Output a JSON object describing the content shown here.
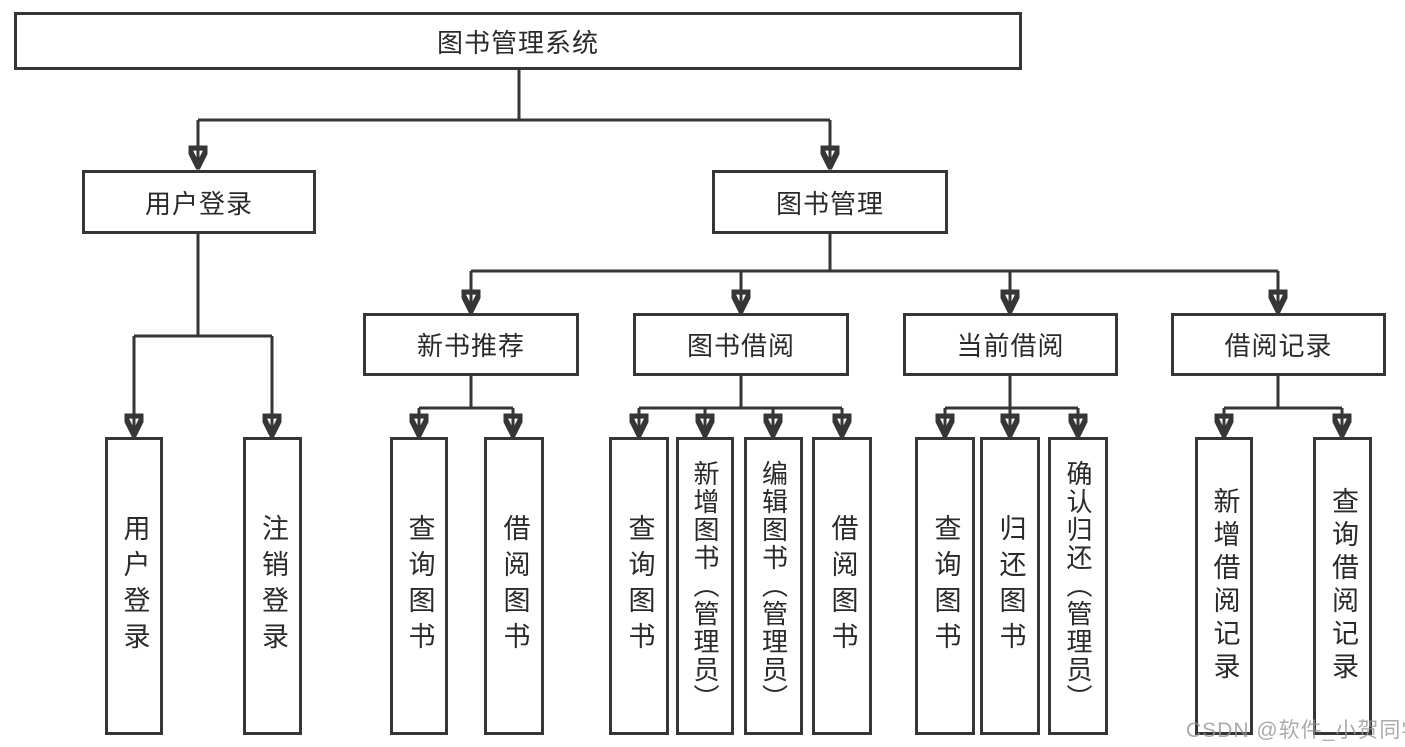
{
  "tree": {
    "root": "图书管理系统",
    "branches": [
      {
        "label": "用户登录",
        "children": [
          "用户登录",
          "注销登录"
        ]
      },
      {
        "label": "图书管理",
        "children_groups": [
          {
            "label": "新书推荐",
            "children": [
              "查询图书",
              "借阅图书"
            ]
          },
          {
            "label": "图书借阅",
            "children": [
              "查询图书",
              "新增图书（管理员）",
              "编辑图书（管理员）",
              "借阅图书"
            ]
          },
          {
            "label": "当前借阅",
            "children": [
              "查询图书",
              "归还图书",
              "确认归还（管理员）"
            ]
          },
          {
            "label": "借阅记录",
            "children": [
              "新增借阅记录",
              "查询借阅记录"
            ]
          }
        ]
      }
    ]
  },
  "watermark": "CSDN @软件_小贺同学",
  "colors": {
    "line": "#363636",
    "text": "#2a2a2a",
    "watermark": "#969696",
    "background": "#ffffff"
  }
}
